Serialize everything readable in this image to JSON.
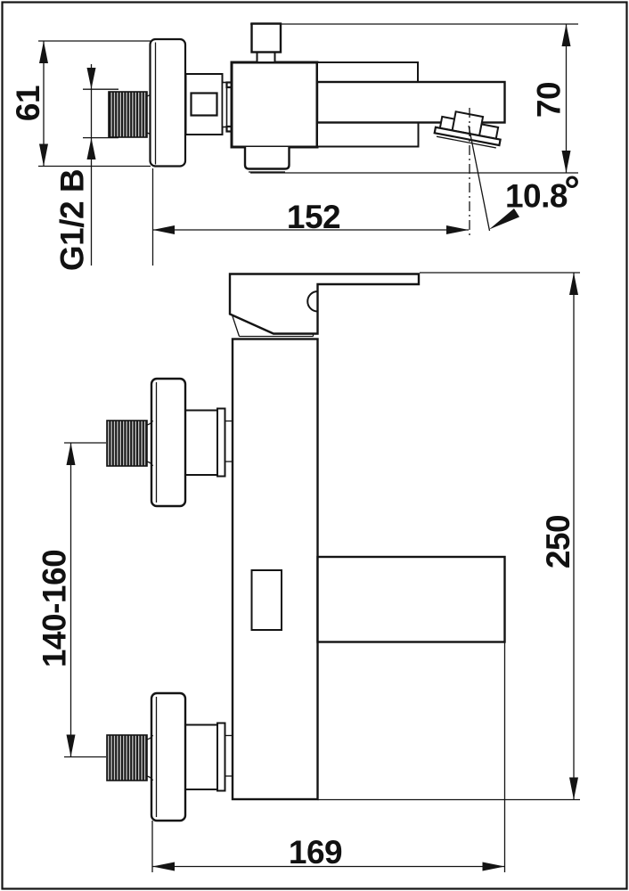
{
  "document": {
    "type": "technical drawing",
    "subject": "wall-mounted bath mixer tap, two orthographic views",
    "colors": {
      "line": "#141414",
      "background": "#ffffff",
      "thread_fill": "#161616",
      "thread_stripe": "#dcdcdc"
    }
  },
  "side_view": {
    "flange_height_mm": "61",
    "thread_label": "G1/2 B",
    "reach_mm": "152",
    "spout_angle_deg": "10.8",
    "degree_symbol": "°",
    "body_height_mm": "70"
  },
  "front_view": {
    "inlet_spacing_mm": "140-160",
    "total_height_mm": "250",
    "total_reach_mm": "169"
  }
}
